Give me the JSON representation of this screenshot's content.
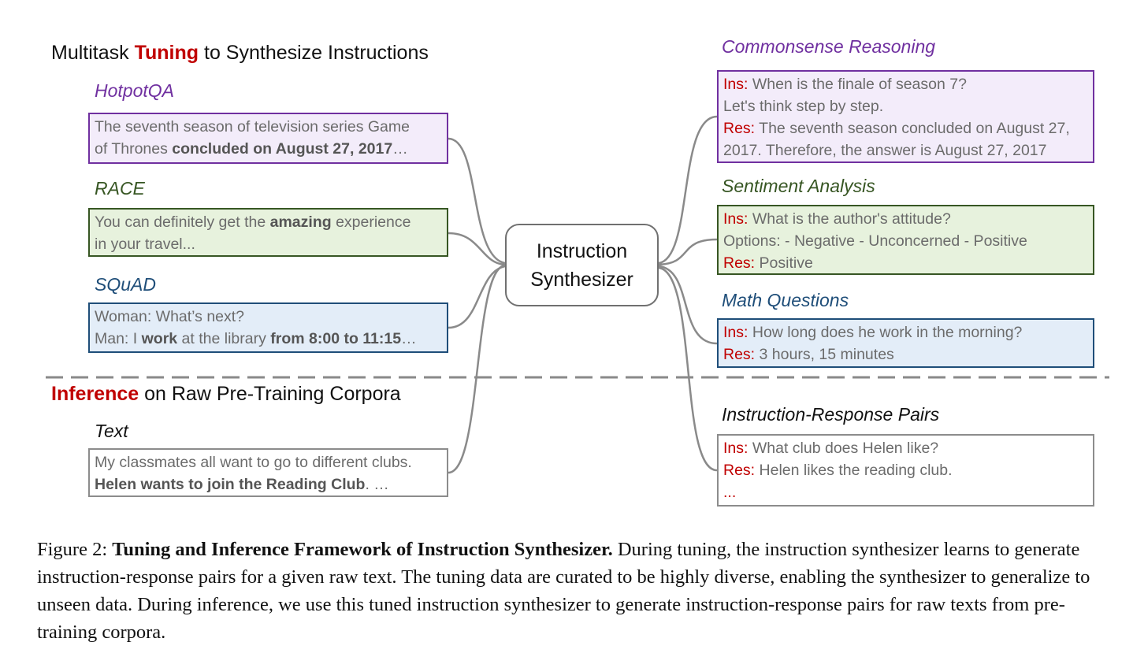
{
  "tuning_title": {
    "before": "Multitask ",
    "highlight": "Tuning",
    "after": " to Synthesize Instructions"
  },
  "inference_title": {
    "highlight": "Inference",
    "after": " on Raw Pre-Training Corpora"
  },
  "hub": {
    "line1": "Instruction",
    "line2": "Synthesizer"
  },
  "inputs": {
    "hotpotqa": {
      "label": "HotpotQA",
      "line1": "The seventh season of television series Game",
      "line2_plain": "of Thrones ",
      "line2_bold": "concluded on August 27, 2017",
      "line2_end": "…"
    },
    "race": {
      "label": "RACE",
      "line1_plain": "You can definitely get the ",
      "line1_bold": "amazing",
      "line1_end": " experience",
      "line2": "in your travel..."
    },
    "squad": {
      "label": "SQuAD",
      "line1": "Woman: What’s next?",
      "line2_a": "Man: I ",
      "line2_b": "work",
      "line2_c": " at the library ",
      "line2_d": "from 8:00 to 11:15",
      "line2_end": "…"
    },
    "text": {
      "label": "Text",
      "line1": "My classmates all want to go to different clubs.",
      "line2_bold": "Helen wants to join the Reading Club",
      "line2_end": ". …"
    }
  },
  "outputs": {
    "commonsense": {
      "label": "Commonsense Reasoning",
      "ins_tag": "Ins:",
      "ins_text": " When is the finale of season 7?",
      "line2": "Let's think step by step.",
      "res_tag": "Res:",
      "res_text": " The seventh season concluded on August 27,",
      "line4": "2017. Therefore, the answer is August 27, 2017"
    },
    "sentiment": {
      "label": "Sentiment Analysis",
      "ins_tag": "Ins:",
      "ins_text": " What is the author's attitude?",
      "line2": "Options: - Negative - Unconcerned - Positive",
      "res_tag": "Res:",
      "res_text": " Positive"
    },
    "math": {
      "label": "Math Questions",
      "ins_tag": "Ins:",
      "ins_text": " How long does he work in the morning?",
      "res_tag": "Res:",
      "res_text": " 3 hours, 15 minutes"
    },
    "pairs": {
      "label": "Instruction-Response Pairs",
      "ins_tag": "Ins:",
      "ins_text": " What club does Helen like?",
      "res_tag": "Res:",
      "res_text": " Helen likes the reading club.",
      "ellipsis": "..."
    }
  },
  "caption": {
    "prefix": "Figure 2: ",
    "bold": "Tuning and Inference Framework of Instruction Synthesizer.",
    "body": " During tuning, the instruction synthesizer learns to generate instruction-response pairs for a given raw text. The tuning data are curated to be highly diverse, enabling the synthesizer to generalize to unseen data. During inference, we use this tuned instruction synthesizer to generate instruction-response pairs for raw texts from pre-training corpora."
  },
  "colors": {
    "highlight_red": "#c00000",
    "purple": "#7030a0",
    "green": "#375623",
    "blue": "#1f4e79",
    "connector_gray": "#8a8a8a"
  }
}
